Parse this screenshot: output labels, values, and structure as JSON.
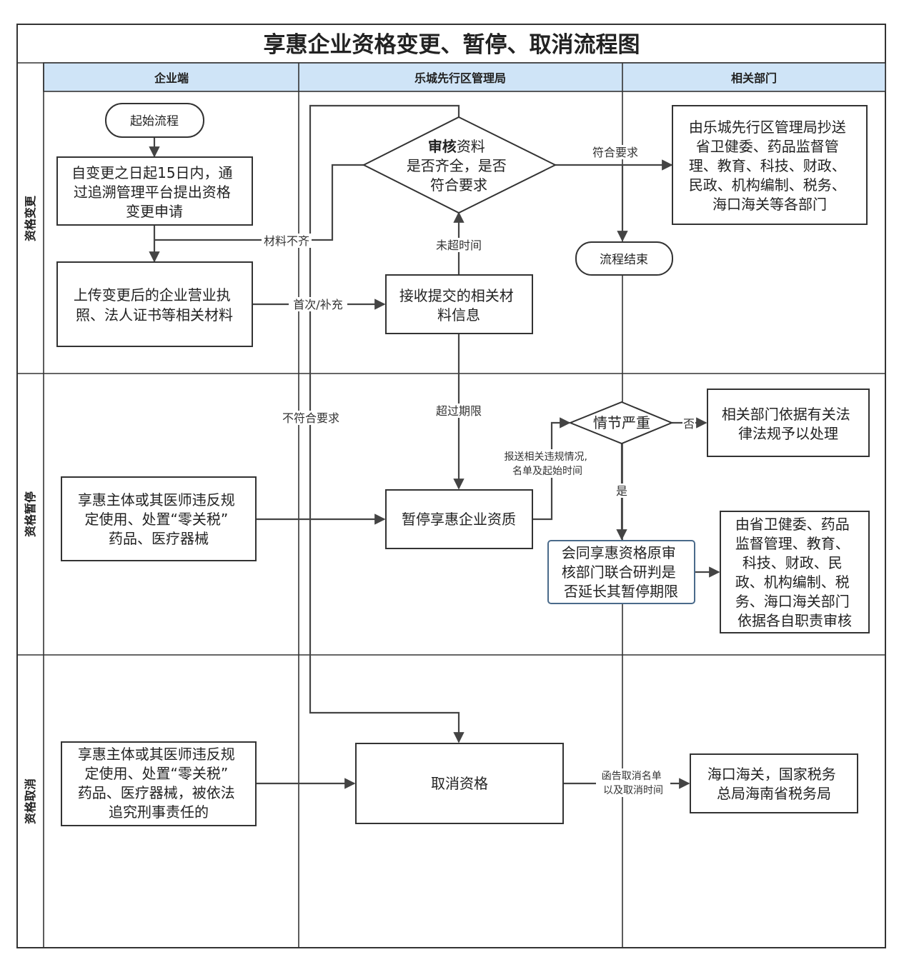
{
  "title": "享惠企业资格变更、暂停、取消流程图",
  "columns": [
    "企业端",
    "乐城先行区管理局",
    "相关部门"
  ],
  "rows": [
    "资格变更",
    "资格暂停",
    "资格取消"
  ],
  "nodes": {
    "start": "起始流程",
    "apply": [
      "自变更之日起15日内，通",
      "过追溯管理平台提出资格",
      "变更申请"
    ],
    "upload": [
      "上传变更后的企业营业执",
      "照、法人证书等相关材料"
    ],
    "review_bold": "审核",
    "review_rest": "资料",
    "review_l2": "是否齐全，是否",
    "review_l3": "符合要求",
    "receive": [
      "接收提交的相关材",
      "料信息"
    ],
    "notify": [
      "由乐城先行区管理局抄送",
      "省卫健委、药品监督管",
      "理、教育、科技、财政、",
      "民政、机构编制、税务、",
      "海口海关等各部门"
    ],
    "end": "流程结束",
    "violate": [
      "享惠主体或其医师违反规",
      "定使用、处置“零关税”",
      "药品、医疗器械"
    ],
    "suspend": "暂停享惠企业资质",
    "serious": "情节严重",
    "handle": [
      "相关部门依据有关法",
      "律法规予以处理"
    ],
    "joint": [
      "会同享惠资格原审",
      "核部门联合研判是",
      "否延长其暂停期限"
    ],
    "depts": [
      "由省卫健委、药品",
      "监督管理、教育、",
      "科技、财政、民",
      "政、机构编制、税",
      "务、海口海关部门",
      "依据各自职责审核"
    ],
    "criminal": [
      "享惠主体或其医师违反规",
      "定使用、处置“零关税”",
      "药品、医疗器械，被依法",
      "追究刑事责任的"
    ],
    "cancel": "取消资格",
    "customs": [
      "海口海关，国家税务",
      "总局海南省税务局"
    ]
  },
  "edge_labels": {
    "incomplete": "材料不齐",
    "first_supplement": "首次/补充",
    "not_overtime": "未超时间",
    "meets": "符合要求",
    "not_meets": "不符合要求",
    "overtime": "超过期限",
    "report": [
      "报送相关违规情况,",
      "名单及起始时间"
    ],
    "no": "否",
    "yes": "是",
    "notify_cancel": [
      "函告取消名单",
      "以及取消时间"
    ]
  },
  "colors": {
    "header": "#cfe4f7",
    "line": "#333333"
  }
}
